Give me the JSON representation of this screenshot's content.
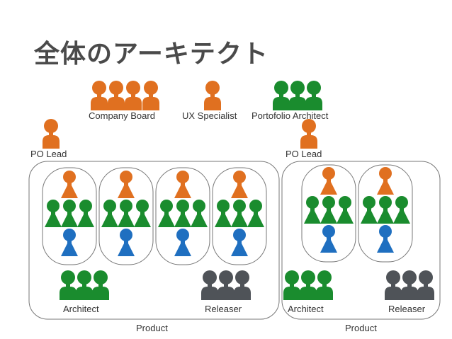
{
  "title": "全体のアーキテクト",
  "labels": {
    "company_board": "Company Board",
    "ux_specialist": "UX Specialist",
    "portfolio_architect": "Portofolio Architect",
    "po_lead_left": "PO Lead",
    "po_lead_right": "PO Lead",
    "architect_left": "Architect",
    "releaser_left": "Releaser",
    "architect_right": "Architect",
    "releaser_right": "Releaser",
    "product_left": "Product",
    "product_right": "Product"
  },
  "colors": {
    "orange": "#e07020",
    "green": "#1a8c2e",
    "blue": "#1f6fc0",
    "gray": "#4f5358",
    "border": "#777777"
  }
}
